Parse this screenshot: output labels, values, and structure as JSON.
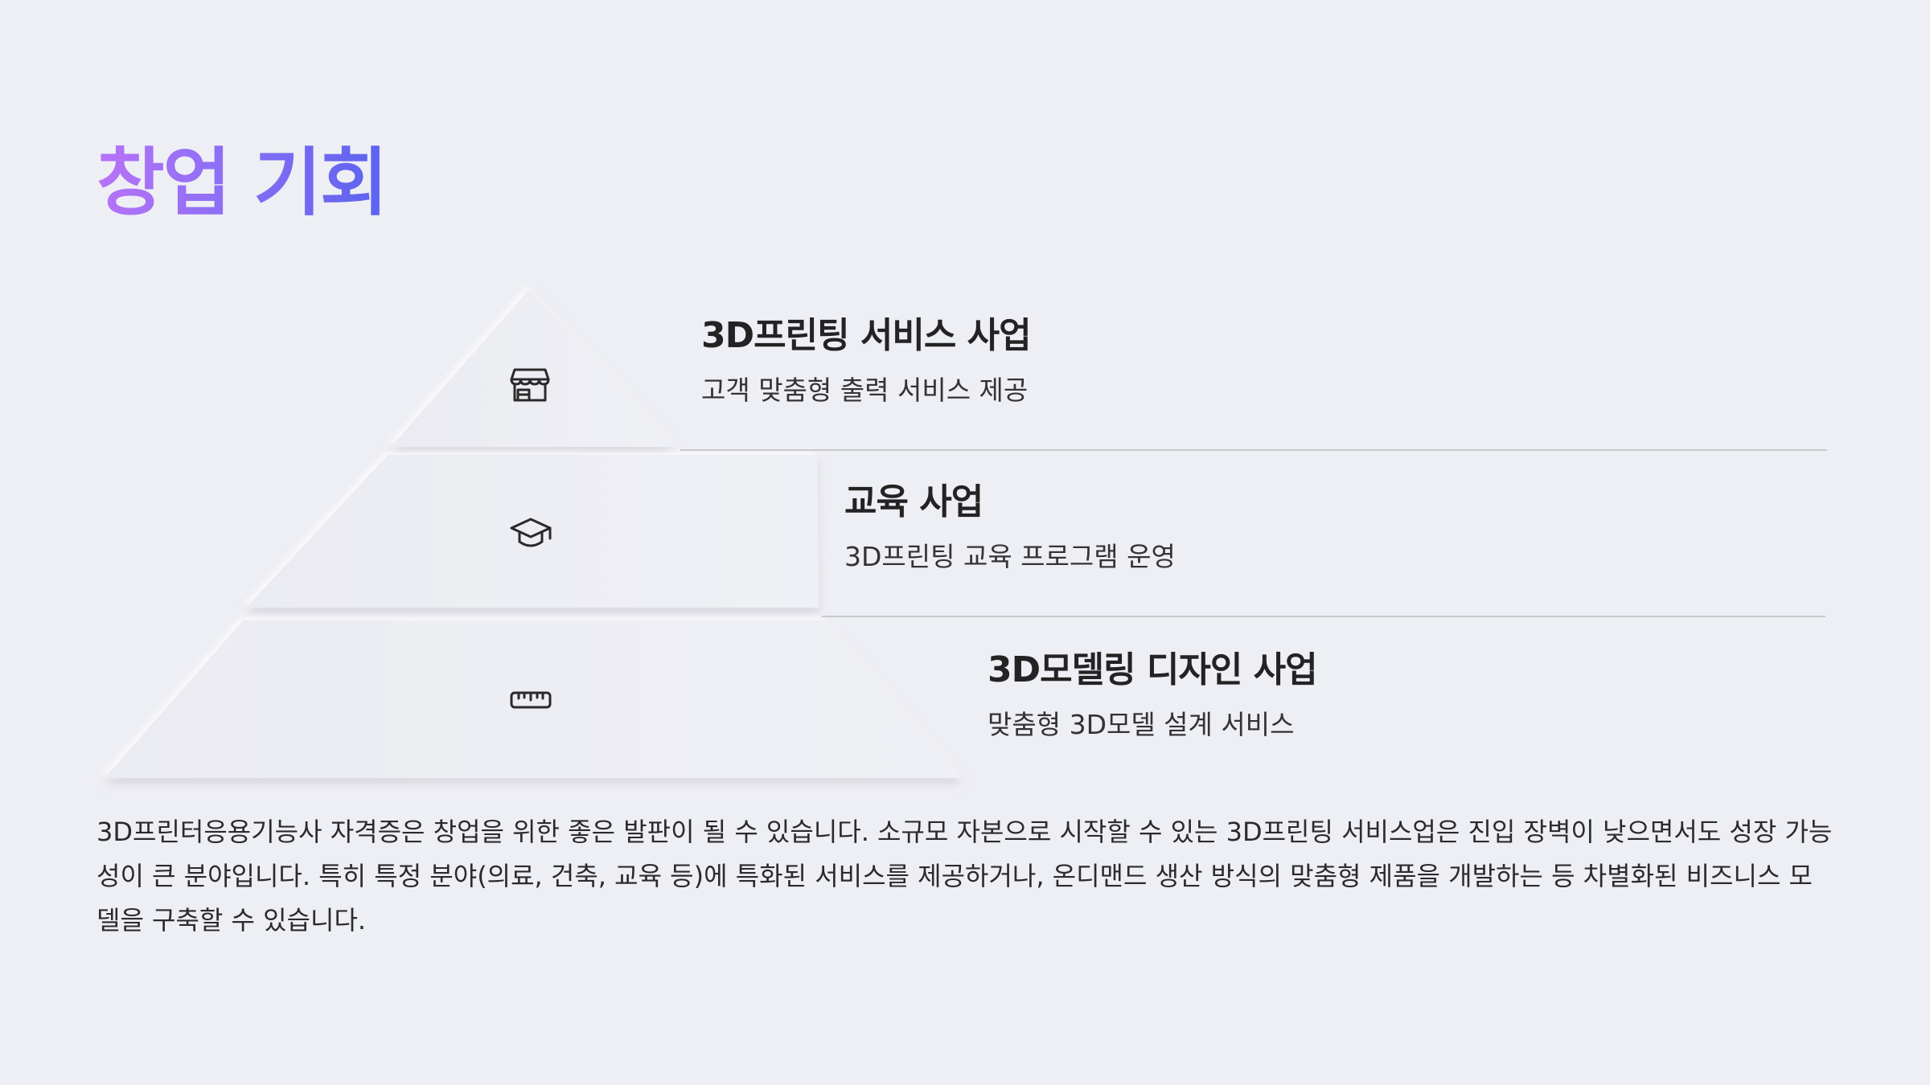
{
  "slide": {
    "title": "창업 기회",
    "tiers": [
      {
        "icon": "storefront-icon",
        "heading": "3D프린팅 서비스 사업",
        "description": "고객 맞춤형 출력 서비스 제공"
      },
      {
        "icon": "graduation-cap-icon",
        "heading": "교육 사업",
        "description": "3D프린팅 교육 프로그램 운영"
      },
      {
        "icon": "ruler-icon",
        "heading": "3D모델링 디자인 사업",
        "description": "맞춤형 3D모델 설계 서비스"
      }
    ],
    "body": "3D프린터응용기능사 자격증은 창업을 위한 좋은 발판이 될 수 있습니다. 소규모 자본으로 시작할 수 있는 3D프린팅 서비스업은 진입 장벽이 낮으면서도 성장 가능성이 큰 분야입니다. 특히 특정 분야(의료, 건축, 교육 등)에 특화된 서비스를 제공하거나, 온디맨드 생산 방식의 맞춤형 제품을 개발하는 등 차별화된 비즈니스 모델을 구축할 수 있습니다."
  },
  "colors": {
    "background": "#eeeff4",
    "title_gradient_start": "#b873f7",
    "title_gradient_end": "#5b63ef",
    "divider": "#c9cace",
    "icon": "#2a2a2a"
  }
}
